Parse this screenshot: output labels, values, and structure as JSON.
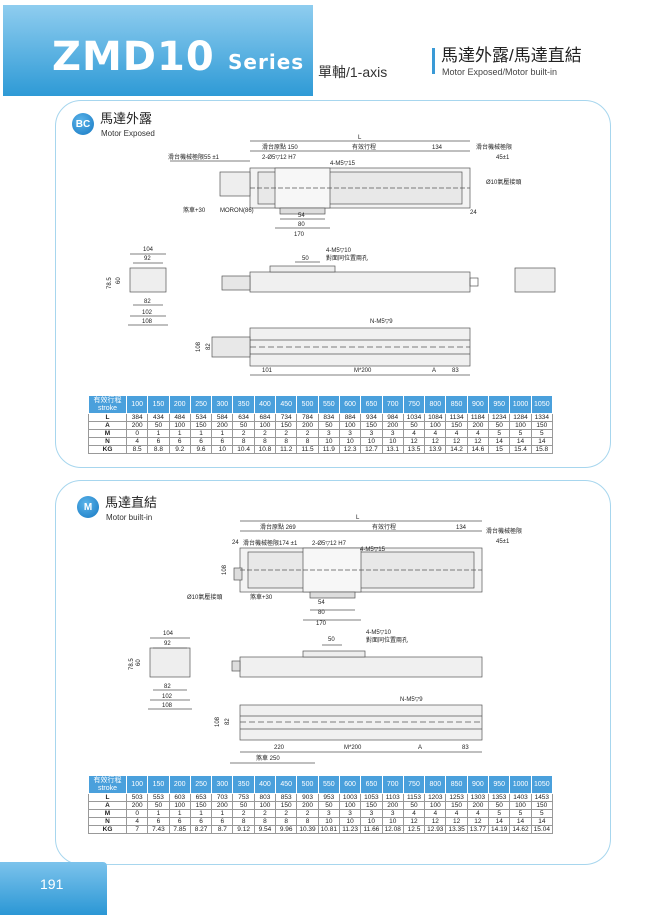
{
  "header": {
    "title": "ZMD10",
    "series": "Series",
    "axis": "單軸/1-axis",
    "category_title": "馬達外露/馬達直結",
    "category_subtitle": "Motor Exposed/Motor built-in"
  },
  "sections": [
    {
      "badge": "BC",
      "title": "馬達外露",
      "subtitle": "Motor Exposed",
      "drawing_labels": {
        "L": "L",
        "origin": "滑台原點 150",
        "stroke": "有效行程",
        "d134": "134",
        "mech_limit_r": "滑台機械極限",
        "d45": "45±1",
        "mech_limit_l": "滑台機械極限55 ±1",
        "pin": "2-Ø5▽12 H7",
        "m5_15": "4-M5▽15",
        "air": "Ø10氣壓接頭",
        "brake": "煞車+30",
        "motor": "MORON(86)",
        "d54": "54",
        "d80": "80",
        "d170": "170",
        "d24": "24",
        "d104": "104",
        "d92": "92",
        "d785": "78.5",
        "d60": "60",
        "d82": "82",
        "d102": "102",
        "d108": "108",
        "d50": "50",
        "m5_10": "4-M5▽10",
        "opposite": "對面同位置兩孔",
        "nm5": "N-M5▽9",
        "b108": "108",
        "b82": "82",
        "d101": "101",
        "m200": "M*200",
        "A": "A",
        "d83": "83"
      },
      "table": {
        "header_label": "有效行程",
        "header_sub": "stroke",
        "strokes": [
          100,
          150,
          200,
          250,
          300,
          350,
          400,
          450,
          500,
          550,
          600,
          650,
          700,
          750,
          800,
          850,
          900,
          950,
          1000,
          1050
        ],
        "rows": [
          {
            "label": "L",
            "values": [
              384,
              434,
              484,
              534,
              584,
              634,
              684,
              734,
              784,
              834,
              884,
              934,
              984,
              1034,
              1084,
              1134,
              1184,
              1234,
              1284,
              1334
            ]
          },
          {
            "label": "A",
            "values": [
              200,
              50,
              100,
              150,
              200,
              50,
              100,
              150,
              200,
              50,
              100,
              150,
              200,
              50,
              100,
              150,
              200,
              50,
              100,
              150
            ]
          },
          {
            "label": "M",
            "values": [
              0,
              1,
              1,
              1,
              1,
              2,
              2,
              2,
              2,
              3,
              3,
              3,
              3,
              4,
              4,
              4,
              4,
              5,
              5,
              5
            ]
          },
          {
            "label": "N",
            "values": [
              4,
              6,
              6,
              6,
              6,
              8,
              8,
              8,
              8,
              10,
              10,
              10,
              10,
              12,
              12,
              12,
              12,
              14,
              14,
              14
            ]
          },
          {
            "label": "KG",
            "values": [
              8.5,
              8.8,
              9.2,
              9.6,
              10,
              10.4,
              10.8,
              11.2,
              11.5,
              11.9,
              12.3,
              12.7,
              13.1,
              13.5,
              13.9,
              14.2,
              14.6,
              15,
              15.4,
              15.8
            ]
          }
        ]
      }
    },
    {
      "badge": "M",
      "title": "馬達直結",
      "subtitle": "Motor built-in",
      "drawing_labels": {
        "L": "L",
        "origin": "滑台原點 269",
        "stroke": "有效行程",
        "d134": "134",
        "mech_limit_r": "滑台機械極限",
        "d45": "45±1",
        "d24": "24",
        "mech_limit_l": "滑台機械極限174 ±1",
        "pin": "2-Ø5▽12 H7",
        "m5_15": "4-M5▽15",
        "t108": "108",
        "air": "Ø10氣壓接頭",
        "brake": "煞車+30",
        "d54": "54",
        "d80": "80",
        "d170": "170",
        "d104": "104",
        "d92": "92",
        "d785": "78.5",
        "d60": "60",
        "d82": "82",
        "d102": "102",
        "d108": "108",
        "d50": "50",
        "m5_10": "4-M5▽10",
        "opposite": "對面同位置兩孔",
        "nm5": "N-M5▽9",
        "b108": "108",
        "b82": "82",
        "d220": "220",
        "m200": "M*200",
        "A": "A",
        "d83": "83",
        "brake250": "煞車 250"
      },
      "table": {
        "header_label": "有效行程",
        "header_sub": "stroke",
        "strokes": [
          100,
          150,
          200,
          250,
          300,
          350,
          400,
          450,
          500,
          550,
          600,
          650,
          700,
          750,
          800,
          850,
          900,
          950,
          1000,
          1050
        ],
        "rows": [
          {
            "label": "L",
            "values": [
              503,
              553,
              603,
              653,
              703,
              753,
              803,
              853,
              903,
              953,
              1003,
              1053,
              1103,
              1153,
              1203,
              1253,
              1303,
              1353,
              1403,
              1453
            ]
          },
          {
            "label": "A",
            "values": [
              200,
              50,
              100,
              150,
              200,
              50,
              100,
              150,
              200,
              50,
              100,
              150,
              200,
              50,
              100,
              150,
              200,
              50,
              100,
              150
            ]
          },
          {
            "label": "M",
            "values": [
              0,
              1,
              1,
              1,
              1,
              2,
              2,
              2,
              2,
              3,
              3,
              3,
              3,
              4,
              4,
              4,
              4,
              5,
              5,
              5
            ]
          },
          {
            "label": "N",
            "values": [
              4,
              6,
              6,
              6,
              6,
              8,
              8,
              8,
              8,
              10,
              10,
              10,
              10,
              12,
              12,
              12,
              12,
              14,
              14,
              14
            ]
          },
          {
            "label": "KG",
            "values": [
              7,
              7.43,
              7.85,
              8.27,
              8.7,
              9.12,
              9.54,
              9.96,
              10.39,
              10.81,
              11.23,
              11.66,
              12.08,
              12.5,
              12.93,
              13.35,
              13.77,
              14.19,
              14.62,
              15.04
            ]
          }
        ]
      }
    }
  ],
  "footer": {
    "page_number": "191"
  },
  "colors": {
    "brand_blue": "#2e9ad6",
    "panel_border": "#a7d6ee",
    "table_header": "#4aa0dc"
  }
}
